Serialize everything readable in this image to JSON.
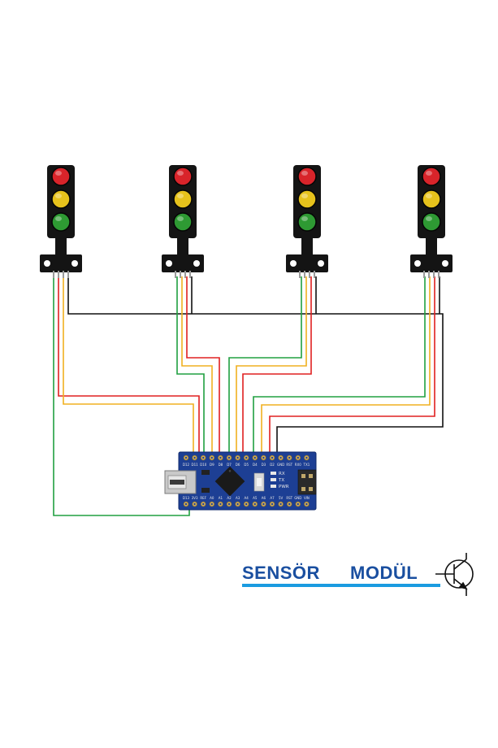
{
  "brand": {
    "word1": "SENSÖR",
    "word2": "MODÜL",
    "primary_color": "#1a4fa0",
    "accent_color": "#1a9be0"
  },
  "board": {
    "name": "Arduino Nano",
    "top_pins": [
      "D12",
      "D11",
      "D10",
      "D9",
      "D8",
      "D7",
      "D6",
      "D5",
      "D4",
      "D3",
      "D2",
      "GND",
      "RST",
      "RX0",
      "TX1"
    ],
    "bottom_pins": [
      "D13",
      "3V3",
      "REF",
      "A0",
      "A1",
      "A2",
      "A3",
      "A4",
      "A5",
      "A6",
      "A7",
      "5V",
      "RST",
      "GND",
      "VIN"
    ],
    "leds": [
      "RX",
      "TX",
      "PWR"
    ],
    "color": "#1d3f94"
  },
  "traffic_lights": [
    {
      "name": "traffic-light-1"
    },
    {
      "name": "traffic-light-2"
    },
    {
      "name": "traffic-light-3"
    },
    {
      "name": "traffic-light-4"
    }
  ],
  "wire_colors": {
    "gnd": "#111111",
    "red": "#e02020",
    "yellow": "#f0b020",
    "green": "#20a040"
  },
  "icons": [
    "transistor-icon",
    "usb-connector-icon",
    "microcontroller-chip-icon"
  ]
}
